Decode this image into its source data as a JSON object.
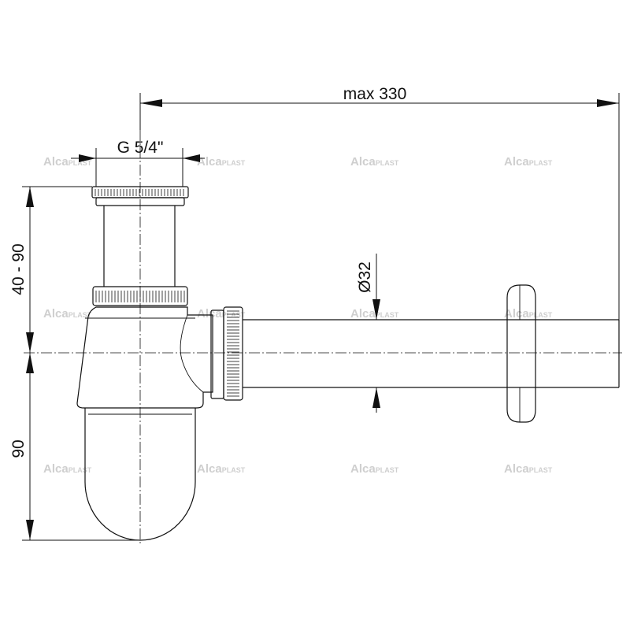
{
  "dimensions": {
    "max_length": "max 330",
    "thread": "G 5/4\"",
    "height_range": "40 - 90",
    "depth": "90",
    "pipe_diameter": "Ø32"
  },
  "watermark": {
    "brand_main": "Alca",
    "brand_suffix": "PLAST"
  }
}
